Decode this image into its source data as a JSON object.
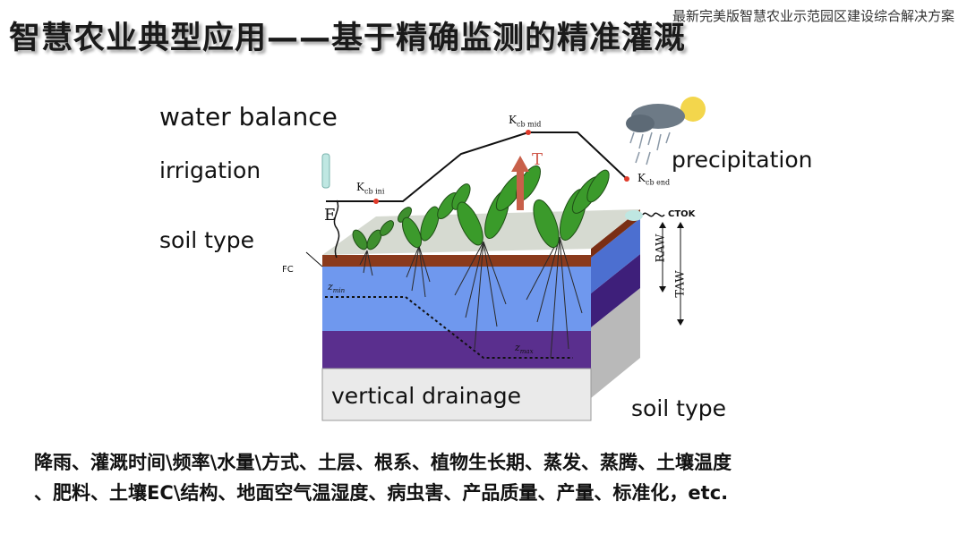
{
  "watermark": "最新完美版智慧农业示范园区建设综合解决方案",
  "title": "智慧农业典型应用——基于精确监测的精准灌溉",
  "diagram": {
    "water_balance": "water balance",
    "irrigation": "irrigation",
    "soil_type_left": "soil type",
    "precipitation": "precipitation",
    "vertical_drainage": "vertical drainage",
    "soil_type_bottom": "soil type",
    "kcb_ini": "K",
    "kcb_ini_sub": "cb ini",
    "kcb_mid": "K",
    "kcb_mid_sub": "cb mid",
    "kcb_end": "K",
    "kcb_end_sub": "cb end",
    "t_label": "T",
    "e_label": "E",
    "fc_label": "FC",
    "ctok_label": "CTOK",
    "raw_label": "RAW",
    "taw_label": "TAW",
    "zmin": "z",
    "zmin_sub": "min",
    "zmax": "z",
    "zmax_sub": "max"
  },
  "footer": {
    "line1": "降雨、灌溉时间\\频率\\水量\\方式、土层、根系、植物生长期、蒸发、蒸腾、土壤温度",
    "line2": "、肥料、土壤EC\\结构、地面空气温湿度、病虫害、产品质量、产量、标准化，etc."
  }
}
